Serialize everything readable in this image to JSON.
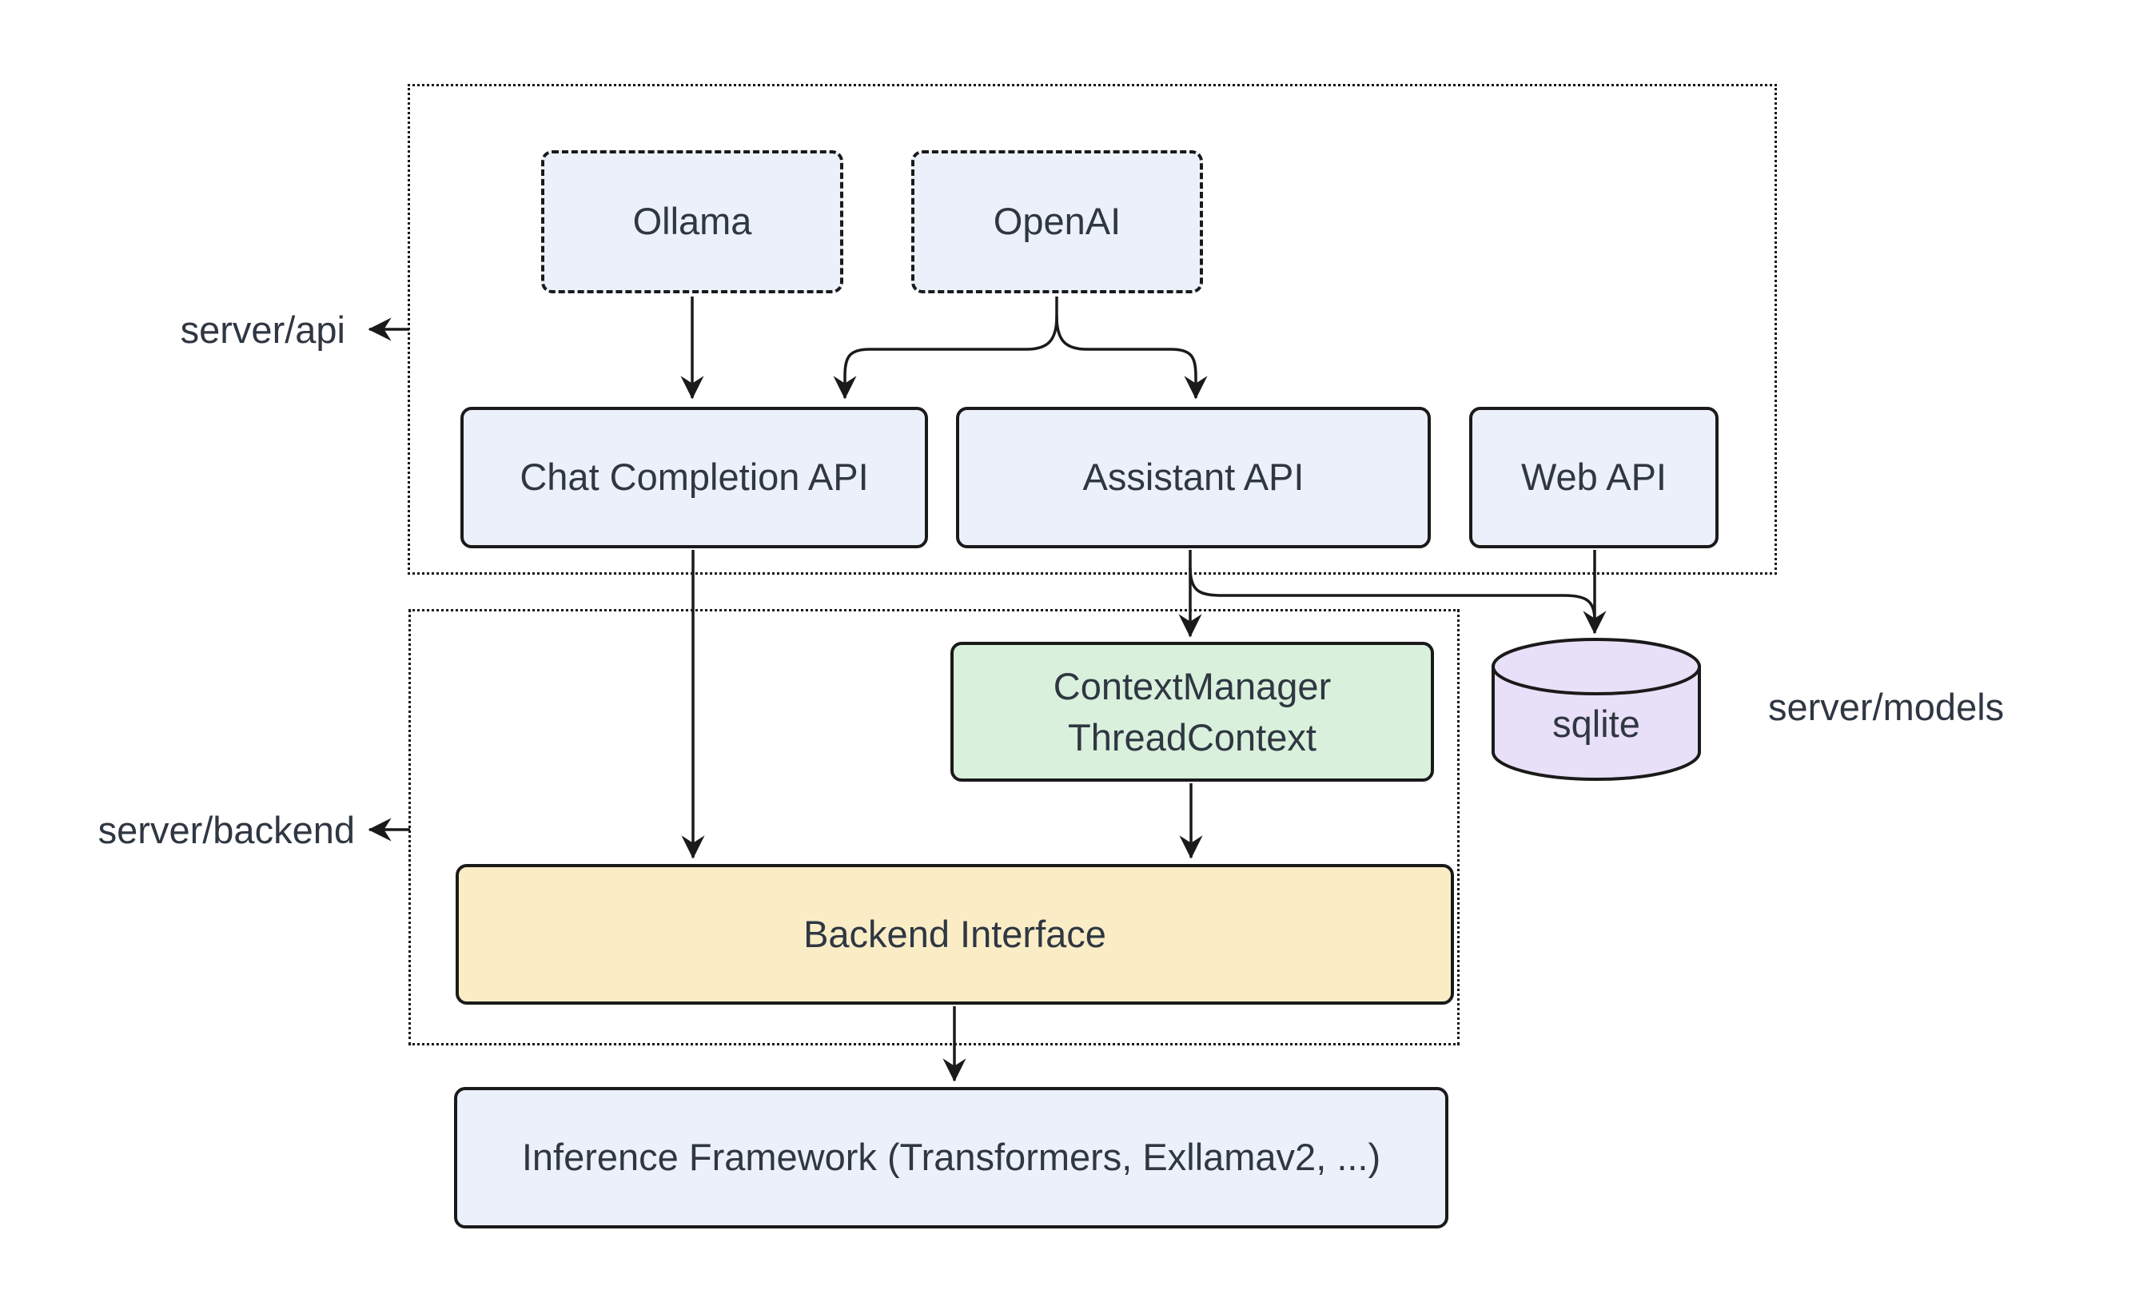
{
  "regions": {
    "api": {
      "label": "server/api"
    },
    "backend": {
      "label": "server/backend"
    },
    "models": {
      "label": "server/models"
    }
  },
  "nodes": {
    "ollama": {
      "label": "Ollama"
    },
    "openai": {
      "label": "OpenAI"
    },
    "chat_completion": {
      "label": "Chat Completion API"
    },
    "assistant": {
      "label": "Assistant API"
    },
    "web_api": {
      "label": "Web API"
    },
    "context_manager": {
      "line1": "ContextManager",
      "line2": "ThreadContext"
    },
    "backend_interface": {
      "label": "Backend Interface"
    },
    "inference": {
      "label": "Inference Framework (Transformers, Exllamav2, ...)"
    },
    "sqlite": {
      "label": "sqlite"
    }
  },
  "edges": [
    {
      "from": "Ollama",
      "to": "Chat Completion API"
    },
    {
      "from": "OpenAI",
      "to": "Chat Completion API"
    },
    {
      "from": "OpenAI",
      "to": "Assistant API"
    },
    {
      "from": "Assistant API",
      "to": "ContextManager ThreadContext"
    },
    {
      "from": "Assistant API",
      "to": "sqlite"
    },
    {
      "from": "Web API",
      "to": "sqlite"
    },
    {
      "from": "ContextManager ThreadContext",
      "to": "Backend Interface"
    },
    {
      "from": "Chat Completion API",
      "to": "Backend Interface"
    },
    {
      "from": "Backend Interface",
      "to": "Inference Framework (Transformers, Exllamav2, ...)"
    }
  ],
  "colors": {
    "node_fill_blue": "#EBF0FA",
    "node_fill_green": "#D9F0DC",
    "node_fill_yellow": "#FAEDC6",
    "node_fill_purple": "#E8DFF8",
    "stroke": "#1A1A1A",
    "text": "#2F3742",
    "background": "#FFFFFF"
  }
}
